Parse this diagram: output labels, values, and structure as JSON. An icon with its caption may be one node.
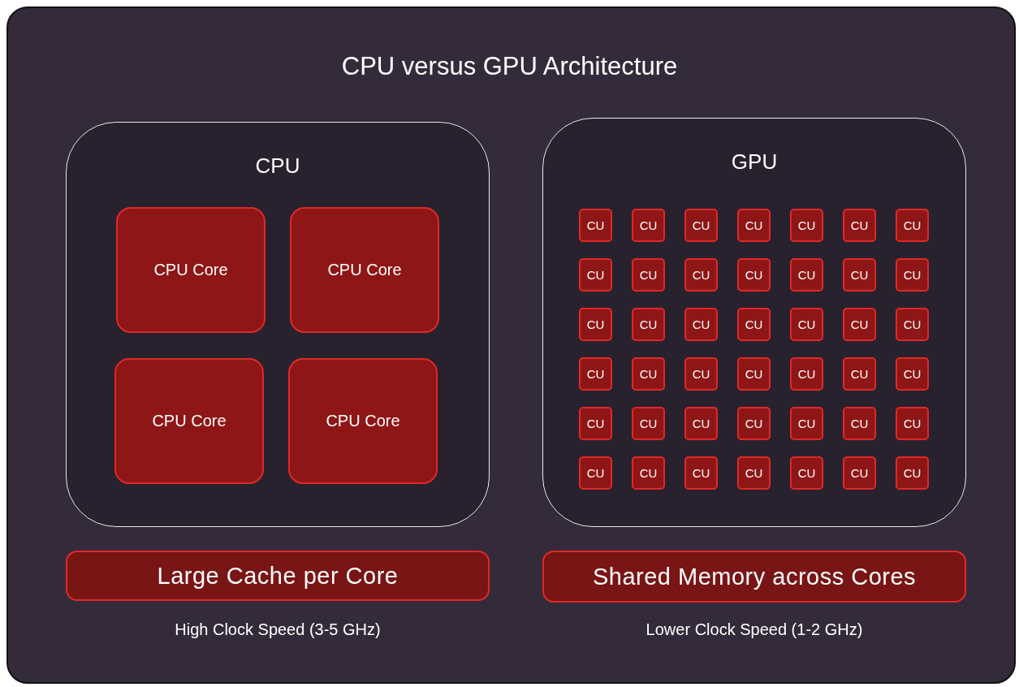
{
  "diagram": {
    "title": "CPU versus GPU Architecture",
    "nodes": [
      {
        "text": [
          "CPU"
        ]
      },
      {
        "text": [
          "CPU Core"
        ],
        "in": 0
      },
      {
        "text": [
          "CPU Core"
        ],
        "in": 0
      },
      {
        "text": [
          "CPU Core"
        ],
        "in": 0
      },
      {
        "text": [
          "CPU Core"
        ],
        "in": 0
      },
      {
        "text": [
          "GPU"
        ]
      },
      {
        "text": [
          "CU"
        ],
        "in": 5
      },
      {
        "text": [
          "CU"
        ],
        "in": 5
      },
      {
        "text": [
          "CU"
        ],
        "in": 5
      },
      {
        "text": [
          "CU"
        ],
        "in": 5
      },
      {
        "text": [
          "CU"
        ],
        "in": 5
      },
      {
        "text": [
          "CU"
        ],
        "in": 5
      },
      {
        "text": [
          "CU"
        ],
        "in": 5
      },
      {
        "text": [
          "CU"
        ],
        "in": 5
      },
      {
        "text": [
          "CU"
        ],
        "in": 5
      },
      {
        "text": [
          "CU"
        ],
        "in": 5
      },
      {
        "text": [
          "CU"
        ],
        "in": 5
      },
      {
        "text": [
          "CU"
        ],
        "in": 5
      },
      {
        "text": [
          "CU"
        ],
        "in": 5
      },
      {
        "text": [
          "CU"
        ],
        "in": 5
      },
      {
        "text": [
          "CU"
        ],
        "in": 5
      },
      {
        "text": [
          "CU"
        ],
        "in": 5
      },
      {
        "text": [
          "CU"
        ],
        "in": 5
      },
      {
        "text": [
          "CU"
        ],
        "in": 5
      },
      {
        "text": [
          "CU"
        ],
        "in": 5
      },
      {
        "text": [
          "CU"
        ],
        "in": 5
      },
      {
        "text": [
          "CU"
        ],
        "in": 5
      },
      {
        "text": [
          "CU"
        ],
        "in": 5
      },
      {
        "text": [
          "CU"
        ],
        "in": 5
      },
      {
        "text": [
          "CU"
        ],
        "in": 5
      },
      {
        "text": [
          "CU"
        ],
        "in": 5
      },
      {
        "text": [
          "CU"
        ],
        "in": 5
      },
      {
        "text": [
          "CU"
        ],
        "in": 5
      },
      {
        "text": [
          "CU"
        ],
        "in": 5
      },
      {
        "text": [
          "CU"
        ],
        "in": 5
      },
      {
        "text": [
          "CU"
        ],
        "in": 5
      },
      {
        "text": [
          "CU"
        ],
        "in": 5
      },
      {
        "text": [
          "CU"
        ],
        "in": 5
      },
      {
        "text": [
          "CU"
        ],
        "in": 5
      },
      {
        "text": [
          "CU"
        ],
        "in": 5
      },
      {
        "text": [
          "CU"
        ],
        "in": 5
      },
      {
        "text": [
          "CU"
        ],
        "in": 5
      },
      {
        "text": [
          "CU"
        ],
        "in": 5
      },
      {
        "text": [
          "CU"
        ],
        "in": 5
      },
      {
        "text": [
          "CU"
        ],
        "in": 5
      },
      {
        "text": [
          "CU"
        ],
        "in": 5
      },
      {
        "text": [
          "CU"
        ],
        "in": 5
      },
      {
        "text": [
          "CU"
        ],
        "in": 5
      },
      {
        "text": [
          "Large Cache per Core"
        ]
      },
      {
        "text": [
          "Shared Memory across Cores"
        ]
      }
    ],
    "labels": [
      "High Clock Speed (3-5 GHz)",
      "Lower Clock Speed (1-2 GHz)"
    ]
  }
}
